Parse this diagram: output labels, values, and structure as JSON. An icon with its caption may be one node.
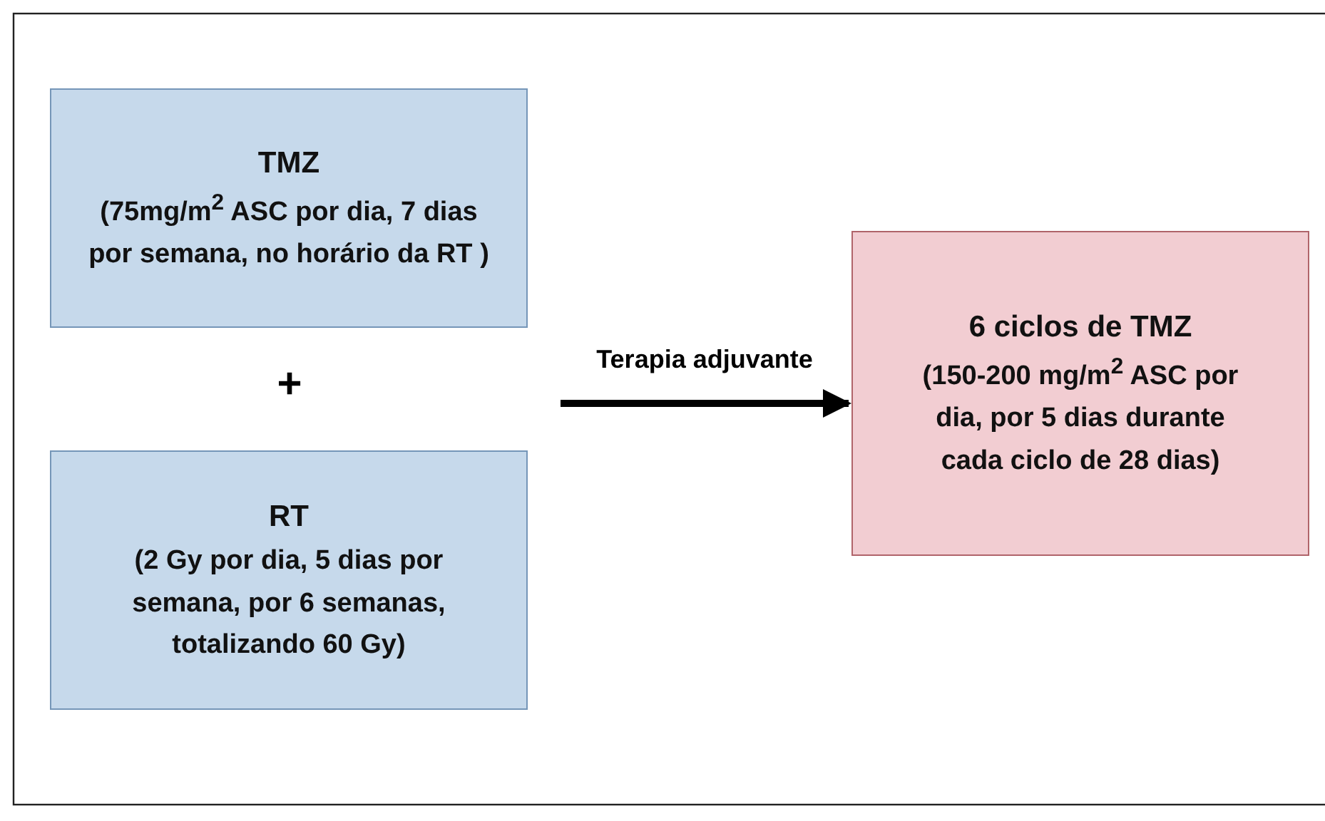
{
  "diagram": {
    "nodes": [
      {
        "text": [
          "TMZ",
          "(75mg/m$^{2}$ ASC por dia, 7 dias por semana, no horário da RT )"
        ]
      },
      {
        "text": [
          "RT",
          "(2 Gy por dia, 5 dias por semana, por 6 semanas, totalizando 60 Gy)"
        ]
      },
      {
        "text": [
          "6 ciclos de TMZ",
          "(150-200 mg/m$^{2}$ ASC por dia, por 5 dias durante cada ciclo de 28 dias)"
        ]
      }
    ],
    "edges": [
      {
        "from": null,
        "to": 2,
        "arrow": "to",
        "label": "Terapia adjuvante"
      }
    ],
    "labels": [
      "+"
    ]
  }
}
